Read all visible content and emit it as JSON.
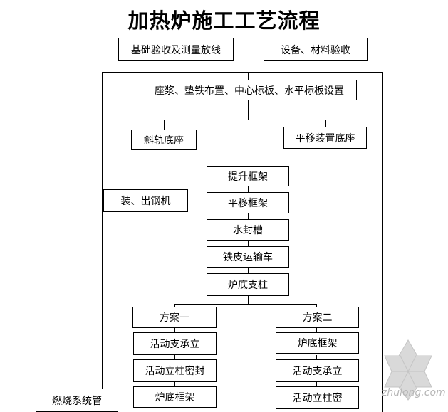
{
  "title": "加热炉施工工艺流程",
  "boxes": {
    "foundation": "基础验收及测量放线",
    "equipment": "设备、材料验收",
    "grout": "座浆、垫铁布置、中心标板、水平标板设置",
    "inclined_rail": "斜轨底座",
    "translation_base": "平移装置底座",
    "charger": "装、出钢机",
    "lift_frame": "提升框架",
    "translation_frame": "平移框架",
    "water_seal": "水封槽",
    "transport_car": "铁皮运输车",
    "furnace_column": "炉底支柱",
    "plan_one": "方案一",
    "plan_two": "方案二",
    "p1_step1": "活动支承立",
    "p1_step2": "活动立柱密封",
    "p1_step3": "炉底框架",
    "p2_step1": "炉底框架",
    "p2_step2": "活动支承立",
    "p2_step3": "活动立柱密",
    "burner_pipe": "燃烧系统管"
  },
  "watermark": "zhulong.com"
}
